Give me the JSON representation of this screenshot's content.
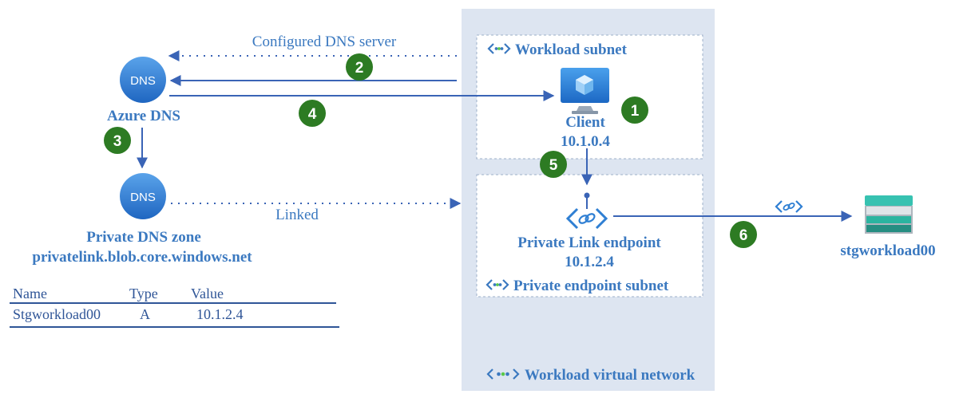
{
  "colors": {
    "label": "#3b79c0",
    "line": "#3a64b6",
    "vnet_bg": "#dde5f1",
    "step": "#2d7b23",
    "dns": "#2f7fd3"
  },
  "labels": {
    "configured_dns_server": "Configured DNS server",
    "linked": "Linked",
    "azure_dns": "Azure DNS",
    "dns_icon_text": "DNS",
    "private_dns_zone": "Private DNS zone",
    "private_dns_zone_name": "privatelink.blob.core.windows.net",
    "workload_subnet": "Workload subnet",
    "client": "Client",
    "client_ip": "10.1.0.4",
    "private_link_endpoint": "Private Link endpoint",
    "endpoint_ip": "10.1.2.4",
    "private_endpoint_subnet": "Private endpoint subnet",
    "workload_vnet": "Workload virtual network",
    "storage_account": "stgworkload00"
  },
  "steps": [
    "1",
    "2",
    "3",
    "4",
    "5",
    "6"
  ],
  "dns_table": {
    "headers": [
      "Name",
      "Type",
      "Value"
    ],
    "row": [
      "Stgworkload00",
      "A",
      "10.1.2.4"
    ]
  },
  "icons": [
    "dns-icon",
    "subnet-icon",
    "vm-monitor-icon",
    "private-link-icon",
    "storage-icon",
    "link-icon"
  ]
}
